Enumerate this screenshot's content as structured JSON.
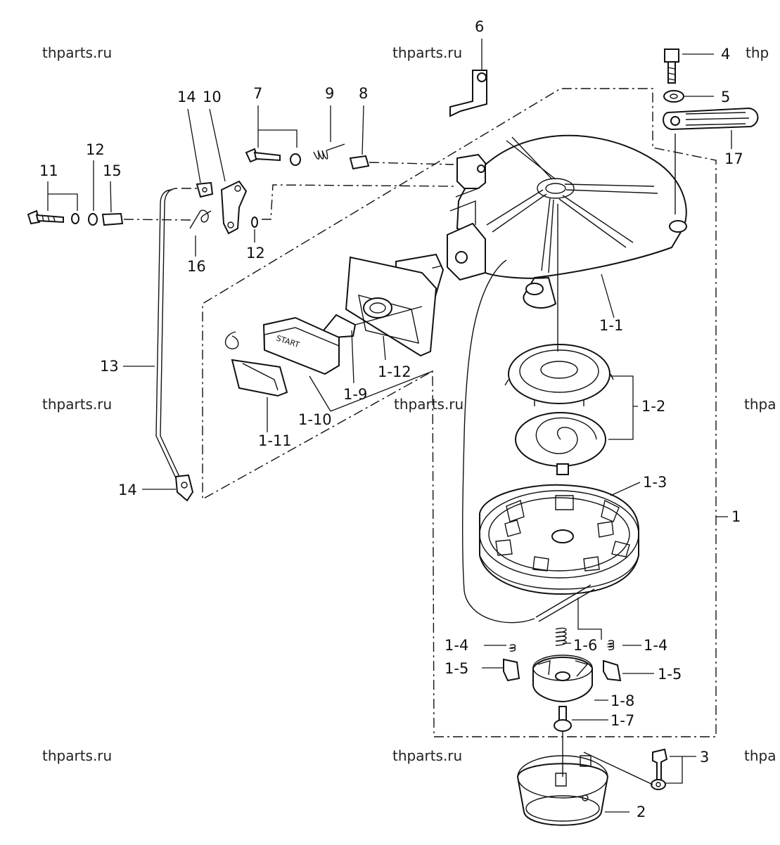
{
  "labels": {
    "p1": "1",
    "p1_1": "1-1",
    "p1_2": "1-2",
    "p1_3": "1-3",
    "p1_4a": "1-4",
    "p1_4b": "1-4",
    "p1_5a": "1-5",
    "p1_5b": "1-5",
    "p1_6": "1-6",
    "p1_7": "1-7",
    "p1_8": "1-8",
    "p1_9": "1-9",
    "p1_10": "1-10",
    "p1_11": "1-11",
    "p1_12": "1-12",
    "p2": "2",
    "p3": "3",
    "p4": "4",
    "p5": "5",
    "p6": "6",
    "p7": "7",
    "p8": "8",
    "p9": "9",
    "p10": "10",
    "p11": "11",
    "p12a": "12",
    "p12b": "12",
    "p13": "13",
    "p14a": "14",
    "p14b": "14",
    "p15": "15",
    "p16": "16",
    "p17": "17"
  },
  "handle_text": "START",
  "watermarks": {
    "w1": "thparts.ru",
    "w2": "thparts.ru",
    "w3": "thp",
    "w4": "thparts.ru",
    "w5": "thparts.ru",
    "w6": "thpa",
    "w7": "thparts.ru",
    "w8": "thparts.ru",
    "w9": "thpa"
  }
}
